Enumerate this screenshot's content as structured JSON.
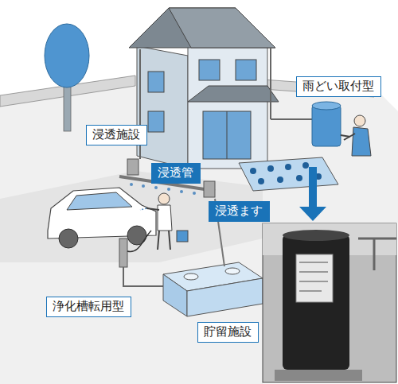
{
  "diagram": {
    "nodes": [
      {
        "text": [
          "雨どい取付型"
        ]
      },
      {
        "text": [
          "浸透施設"
        ]
      },
      {
        "text": [
          "浸透管"
        ]
      },
      {
        "text": [
          "浸透ます"
        ]
      },
      {
        "text": [
          "浄化槽転用型"
        ]
      },
      {
        "text": [
          "貯留施設"
        ]
      }
    ]
  }
}
